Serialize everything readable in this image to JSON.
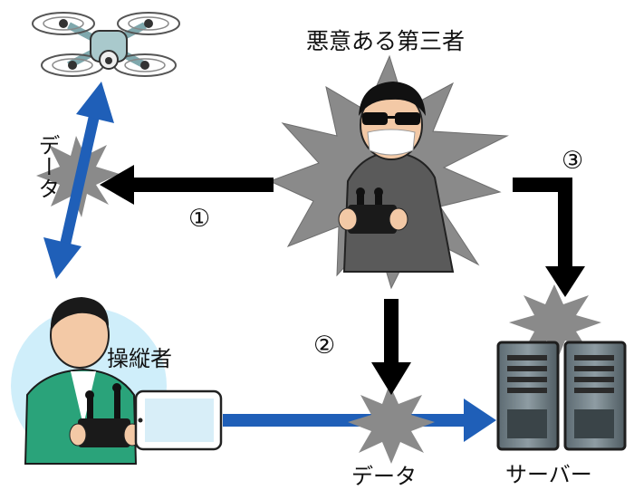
{
  "labels": {
    "attacker_title": "悪意ある第三者",
    "operator": "操縦者",
    "data_vertical": "データ",
    "data_bottom": "データ",
    "server": "サーバー"
  },
  "markers": {
    "one": "①",
    "two": "②",
    "three": "③"
  },
  "icons": [
    "drone-icon",
    "attacker-icon",
    "operator-icon",
    "tablet-icon",
    "server-icon",
    "controller-icon"
  ],
  "colors": {
    "blue_arrow": "#1f5fb8",
    "black_arrow": "#000000",
    "burst": "#8a8a8a",
    "operator_bg": "#cfeefa",
    "operator_shirt": "#2aa37a",
    "server": "#6a7a82"
  }
}
